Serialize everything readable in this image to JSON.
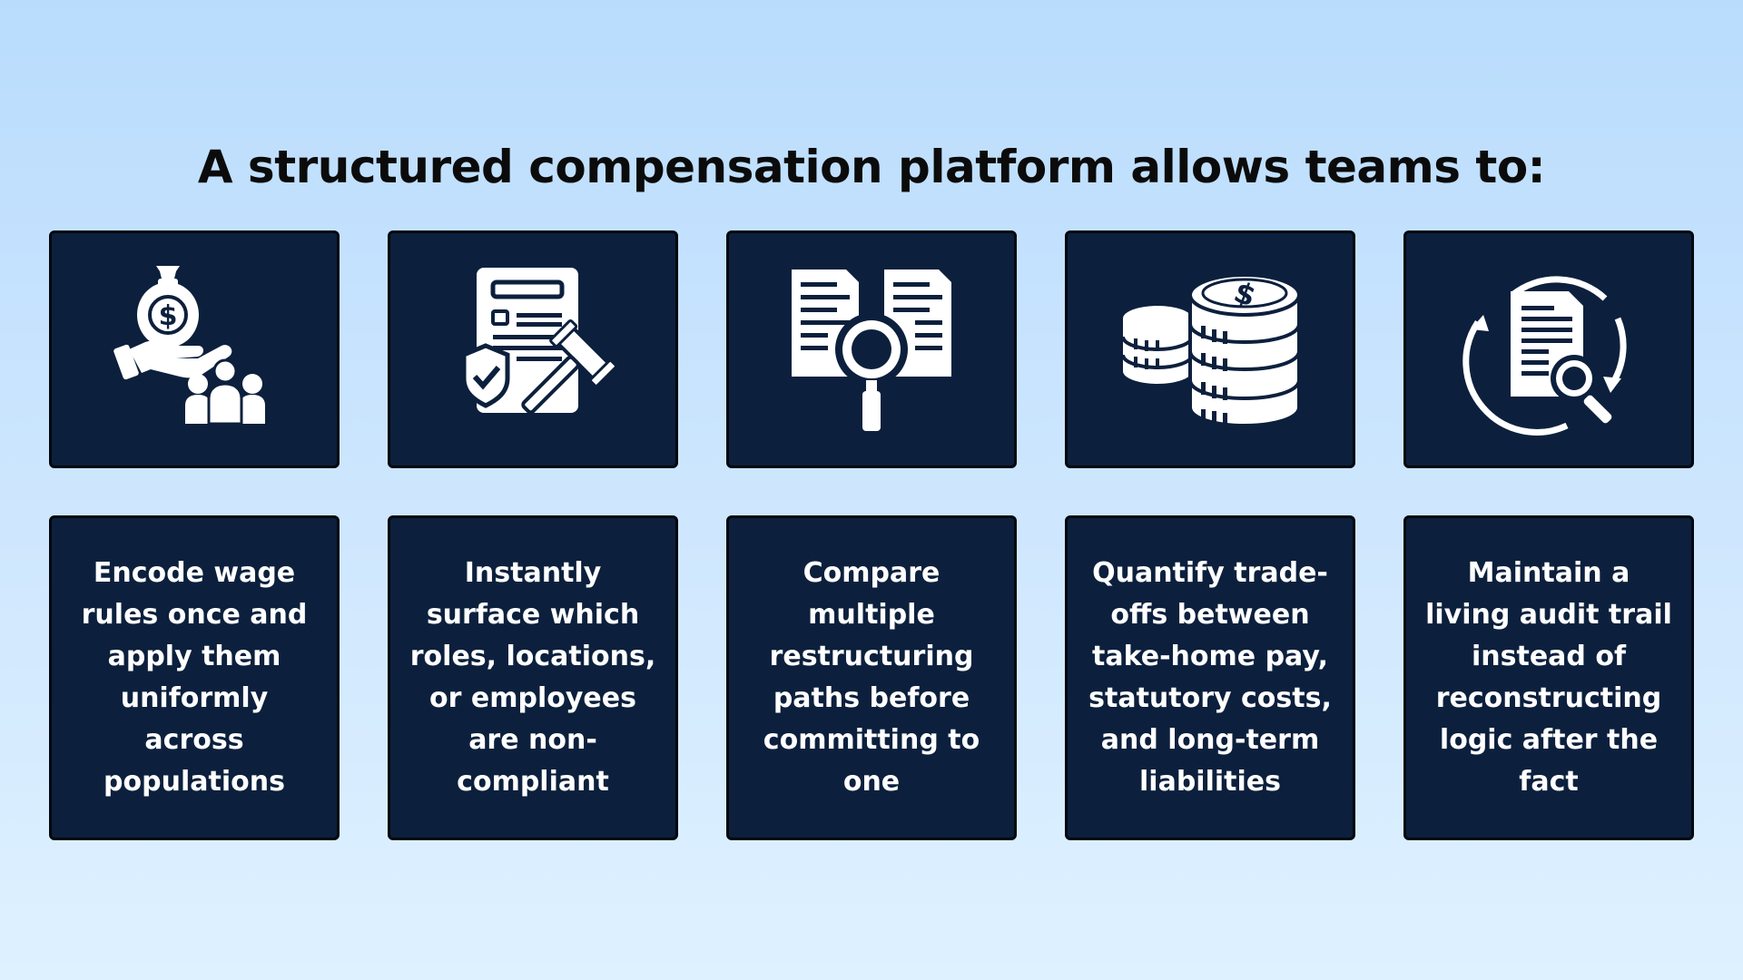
{
  "title": "A structured compensation platform allows teams to:",
  "colors": {
    "background_top": "#b9dcfd",
    "background_bottom": "#def1ff",
    "tile": "#0c203d",
    "tile_border": "#02070f",
    "tile_text": "#ffffff",
    "title_text": "#0b0b0b"
  },
  "items": [
    {
      "icon": "money-bag-hand-people-icon",
      "text": "Encode wage rules once and apply them uniformly across populations"
    },
    {
      "icon": "policy-document-gavel-icon",
      "text": "Instantly surface which roles, locations, or employees are non-compliant"
    },
    {
      "icon": "documents-magnifier-icon",
      "text": "Compare multiple restructuring paths before committing to one"
    },
    {
      "icon": "coin-stacks-icon",
      "text": "Quantify trade-offs between take-home pay, statutory costs, and long-term liabilities"
    },
    {
      "icon": "document-search-cycle-icon",
      "text": "Maintain a living audit trail instead of reconstructing logic after the fact"
    }
  ]
}
